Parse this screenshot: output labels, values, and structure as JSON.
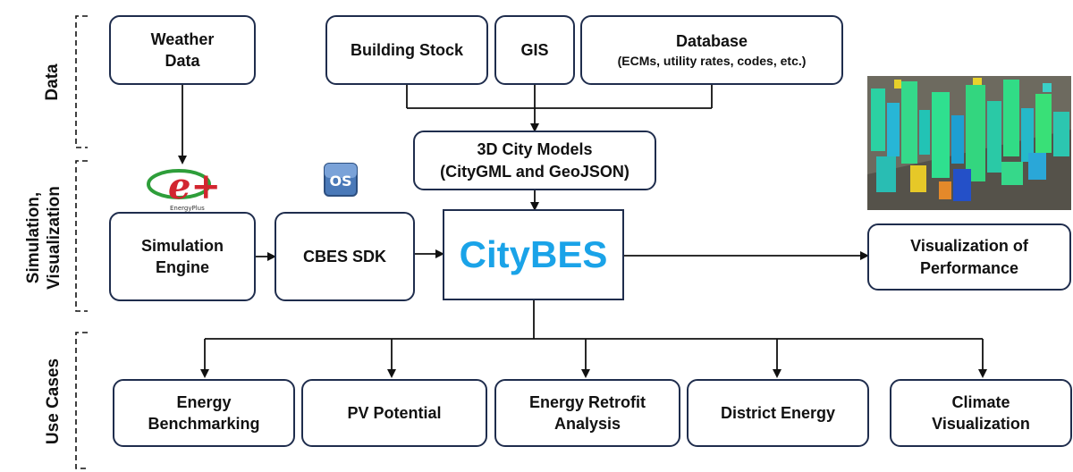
{
  "sections": {
    "data": "Data",
    "simulation_line1": "Simulation,",
    "simulation_line2": "Visualization",
    "use_cases": "Use Cases"
  },
  "boxes": {
    "weather_line1": "Weather",
    "weather_line2": "Data",
    "building_stock": "Building Stock",
    "gis": "GIS",
    "database_title": "Database",
    "database_sub": "(ECMs, utility rates, codes, etc.)",
    "city_models_line1": "3D City Models",
    "city_models_line2": "(CityGML and GeoJSON)",
    "simulation_engine_line1": "Simulation",
    "simulation_engine_line2": "Engine",
    "cbes_sdk": "CBES SDK",
    "citybes": "CityBES",
    "visualization_line1": "Visualization of",
    "visualization_line2": "Performance"
  },
  "use_cases": [
    {
      "line1": "Energy",
      "line2": "Benchmarking"
    },
    {
      "line1": "PV Potential",
      "line2": ""
    },
    {
      "line1": "Energy Retrofit",
      "line2": "Analysis"
    },
    {
      "line1": "District Energy",
      "line2": ""
    },
    {
      "line1": "Climate",
      "line2": "Visualization"
    }
  ],
  "logos": {
    "energyplus_letter": "e+",
    "energyplus_caption": "EnergyPlus",
    "openstudio_text": "OS"
  },
  "colors": {
    "box_border": "#1f2d4d",
    "citybes_text": "#1aa3e8",
    "energyplus_red": "#d22630",
    "energyplus_green": "#2e9e3a",
    "openstudio_blue": "#4a79b8"
  }
}
